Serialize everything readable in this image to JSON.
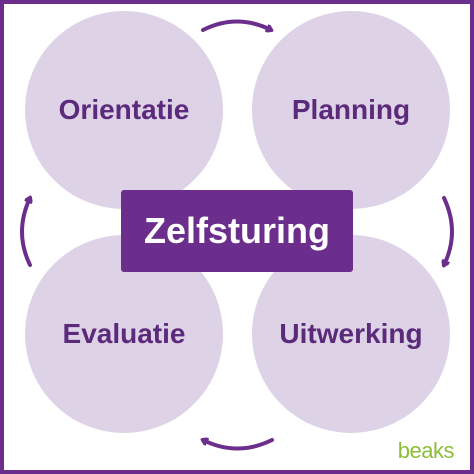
{
  "stages": [
    {
      "id": "top-left",
      "label": "Orientatie"
    },
    {
      "id": "top-right",
      "label": "Planning"
    },
    {
      "id": "bottom-right",
      "label": "Uitwerking"
    },
    {
      "id": "bottom-left",
      "label": "Evaluatie"
    }
  ],
  "center": {
    "label": "Zelfsturing"
  },
  "logo": {
    "text": "beaks"
  },
  "colors": {
    "border": "#6b2e8c",
    "circle": "#ddd2e6",
    "circle_text": "#5b2a7b",
    "center_box": "#6b2e8c",
    "arrow": "#6b2e8c",
    "logo": "#8cbd3a"
  }
}
